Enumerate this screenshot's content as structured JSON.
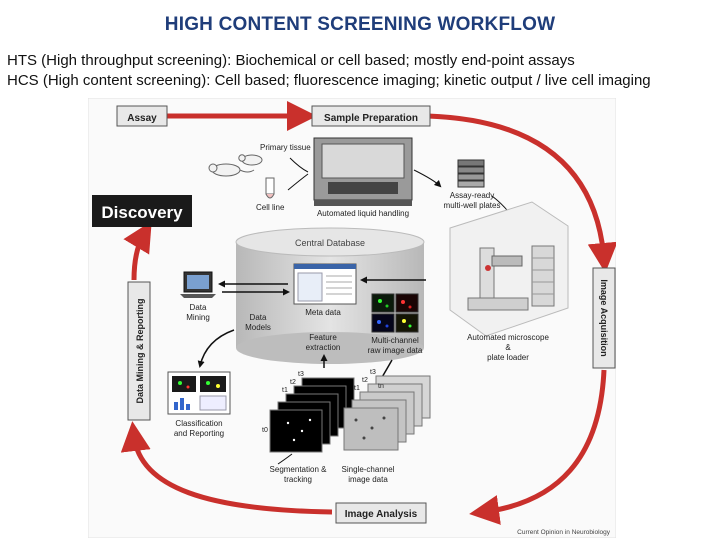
{
  "title": "HIGH CONTENT SCREENING WORKFLOW",
  "lines": [
    "HTS (High throughput screening): Biochemical or cell based; mostly end-point assays",
    "HCS (High content screening): Cell based; fluorescence imaging; kinetic output / live cell imaging"
  ],
  "diagram": {
    "assay": "Assay",
    "sample_preparation": "Sample Preparation",
    "discovery": "Discovery",
    "primary_tissue": "Primary tissue",
    "cell_line": "Cell line",
    "automated_liquid_handling": "Automated liquid handling",
    "assay_ready_1": "Assay-ready",
    "assay_ready_2": "multi-well plates",
    "central_database": "Central Database",
    "data_mining_1": "Data",
    "data_mining_2": "Mining",
    "data_models_1": "Data",
    "data_models_2": "Models",
    "meta_data": "Meta data",
    "feature_extraction_1": "Feature",
    "feature_extraction_2": "extraction",
    "multichannel_1": "Multi-channel",
    "multichannel_2": "raw image data",
    "microscope_1": "Automated microscope",
    "microscope_2": "&",
    "microscope_3": "plate loader",
    "image_acquisition": "Image Acquisition",
    "data_mining_reporting": "Data Mining & Reporting",
    "classification_1": "Classification",
    "classification_2": "and Reporting",
    "segmentation_1": "Segmentation &",
    "segmentation_2": "tracking",
    "singlechannel_1": "Single-channel",
    "singlechannel_2": "image data",
    "image_analysis": "Image Analysis",
    "source": "Current Opinion in Neurobiology",
    "t0": "t0",
    "t1": "t1",
    "t2": "t2",
    "t3": "t3",
    "tn": "tn"
  },
  "colors": {
    "title": "#1f3d7a",
    "cycle_arrow": "#c9302c",
    "database": "#cfcfcf",
    "box_border": "#555555"
  }
}
